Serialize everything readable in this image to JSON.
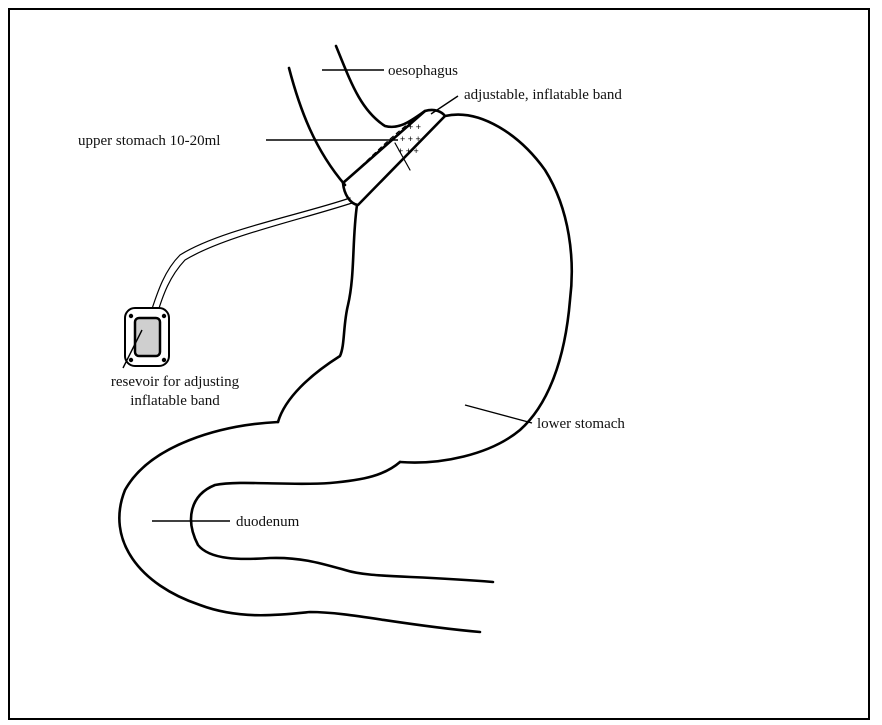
{
  "diagram": {
    "labels": {
      "oesophagus": "oesophagus",
      "band": "adjustable, inflatable band",
      "upper_stomach": "upper stomach 10-20ml",
      "reservoir_line1": "resevoir for adjusting",
      "reservoir_line2": "inflatable band",
      "lower_stomach": "lower stomach",
      "duodenum": "duodenum"
    }
  }
}
